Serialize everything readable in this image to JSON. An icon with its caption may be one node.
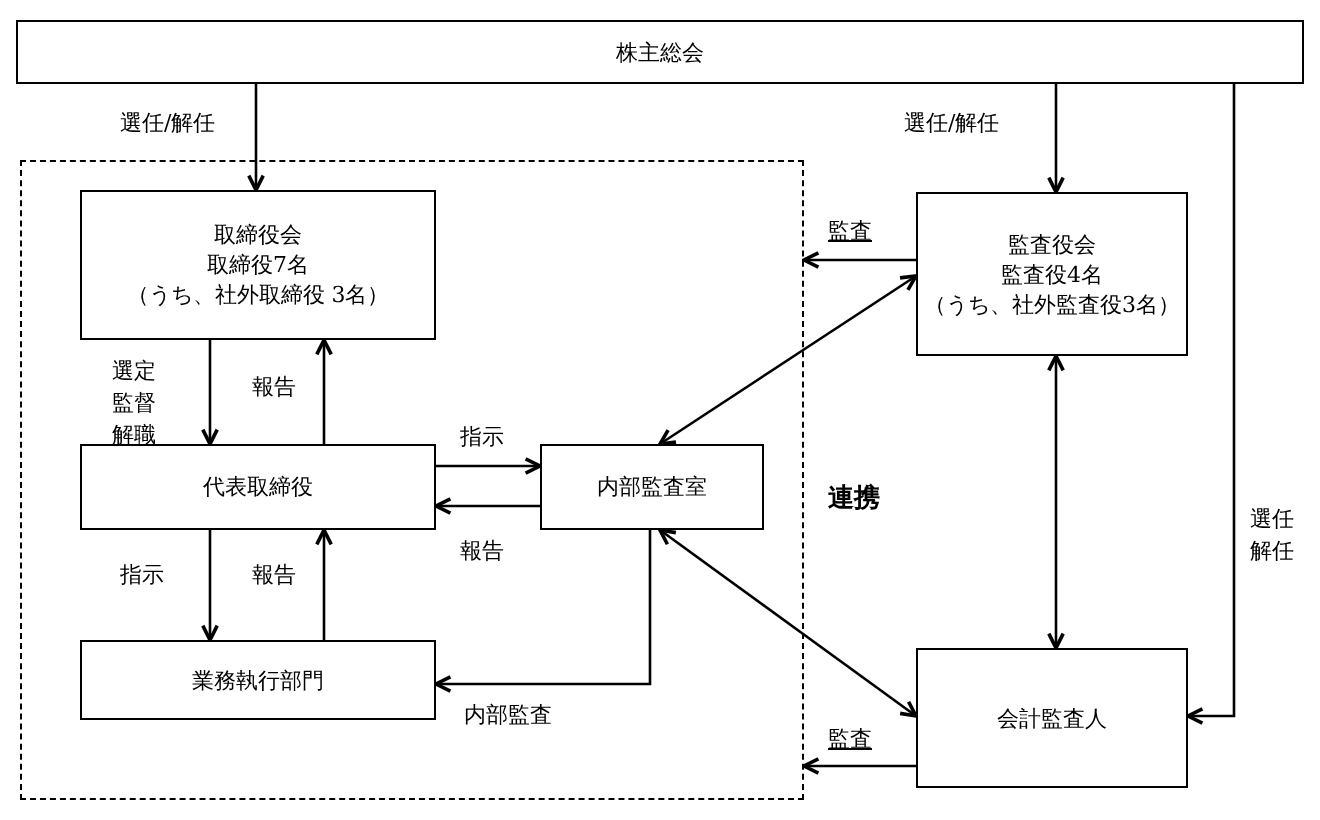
{
  "diagram": {
    "nodes": [
      {
        "text": [
          "株主総会"
        ]
      },
      {
        "text": [],
        "shape": "box"
      },
      {
        "text": [
          "取締役会",
          "取締役7名",
          "（うち、社外取締役 3名）"
        ],
        "in": 1
      },
      {
        "text": [
          "代表取締役"
        ],
        "in": 1
      },
      {
        "text": [
          "業務執行部門"
        ],
        "in": 1
      },
      {
        "text": [
          "内部監査室"
        ],
        "in": 1
      },
      {
        "text": [
          "監査役会",
          "監査役4名",
          "（うち、社外監査役3名）"
        ]
      },
      {
        "text": [
          "会計監査人"
        ]
      }
    ],
    "edges": [
      {
        "from": 0,
        "to": 2,
        "arrow": "to",
        "label": "選任/解任"
      },
      {
        "from": 0,
        "to": 6,
        "arrow": "to",
        "label": "選任/解任"
      },
      {
        "from": 0,
        "to": 7,
        "arrow": "to",
        "label": "選任解任"
      },
      {
        "from": 2,
        "to": 3,
        "arrow": "to",
        "label": "選定監督解職"
      },
      {
        "from": 3,
        "to": 2,
        "arrow": "to",
        "label": "報告"
      },
      {
        "from": 3,
        "to": 5,
        "arrow": "to",
        "label": "指示"
      },
      {
        "from": 5,
        "to": 3,
        "arrow": "to",
        "label": "報告"
      },
      {
        "from": 3,
        "to": 4,
        "arrow": "to",
        "label": "指示"
      },
      {
        "from": 4,
        "to": 3,
        "arrow": "to",
        "label": "報告"
      },
      {
        "from": 5,
        "to": 4,
        "arrow": "to",
        "label": "内部監査"
      },
      {
        "from": 6,
        "to": 1,
        "arrow": "to",
        "label": "監査"
      },
      {
        "from": 7,
        "to": 1,
        "arrow": "to",
        "label": "監査"
      },
      {
        "from": 5,
        "to": 6,
        "arrow": "both"
      },
      {
        "from": 5,
        "to": 7,
        "arrow": "both"
      },
      {
        "from": 7,
        "to": 6,
        "arrow": "both"
      }
    ],
    "labels": [
      "連携"
    ]
  }
}
